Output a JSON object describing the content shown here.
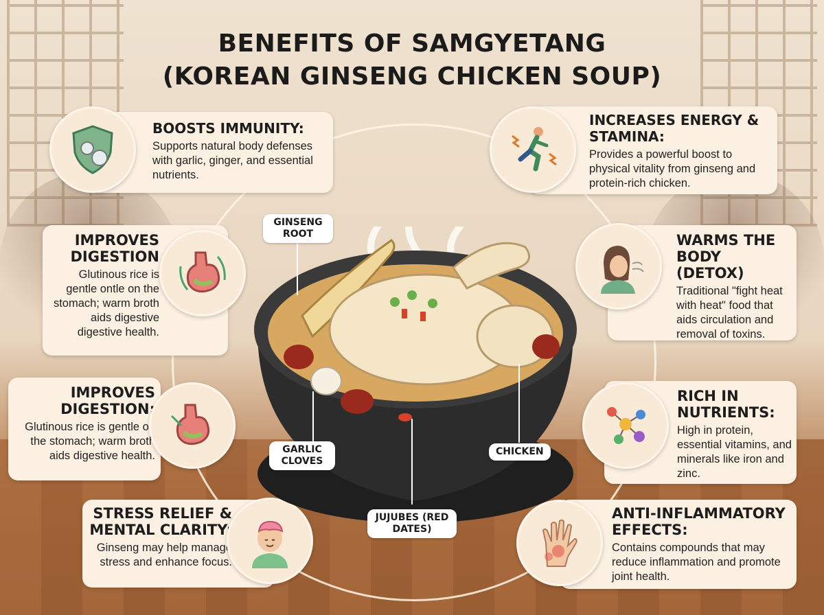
{
  "title": {
    "line1": "BENEFITS OF SAMGYETANG",
    "line2": "(KOREAN GINSENG CHICKEN SOUP)"
  },
  "benefits": [
    {
      "title": "BOOSTS IMMUNITY:",
      "text": "Supports natural body defenses with garlic, ginger, and essential nutrients.",
      "icon": "shield-virus-icon"
    },
    {
      "title": "INCREASES ENERGY & STAMINA:",
      "text": "Provides a powerful boost to physical vitality from ginseng and protein-rich chicken.",
      "icon": "running-person-icon"
    },
    {
      "title": "IMPROVES DIGESTION",
      "text": "Glutinous rice is gentle ontle on the stomach; warm broth aids digestive digestive health.",
      "icon": "stomach-icon"
    },
    {
      "title": "WARMS THE BODY (DETOX)",
      "text": "Traditional \"fight heat with heat\" food that aids circulation and removal of toxins.",
      "icon": "woman-breath-icon"
    },
    {
      "title": "IMPROVES DIGESTION:",
      "text": "Glutinous rice is gentle on the stomach; warm broth aids digestive health.",
      "icon": "stomach-icon"
    },
    {
      "title": "RICH IN NUTRIENTS:",
      "text": "High in protein, essential vitamins, and minerals like iron and zinc.",
      "icon": "molecule-icon"
    },
    {
      "title": "STRESS RELIEF & MENTAL CLARITY:",
      "text": "Ginseng may help manage stress and enhance focus.",
      "icon": "brain-person-icon"
    },
    {
      "title": "ANTI-INFLAMMATORY EFFECTS:",
      "text": "Contains compounds that may reduce inflammation and promote joint health.",
      "icon": "hand-inflammation-icon"
    }
  ],
  "ingredients": {
    "ginseng": "GINSENG ROOT",
    "garlic": "GARLIC CLOVES",
    "chicken": "CHICKEN",
    "jujubes": "JUJUBES (RED DATES)"
  }
}
